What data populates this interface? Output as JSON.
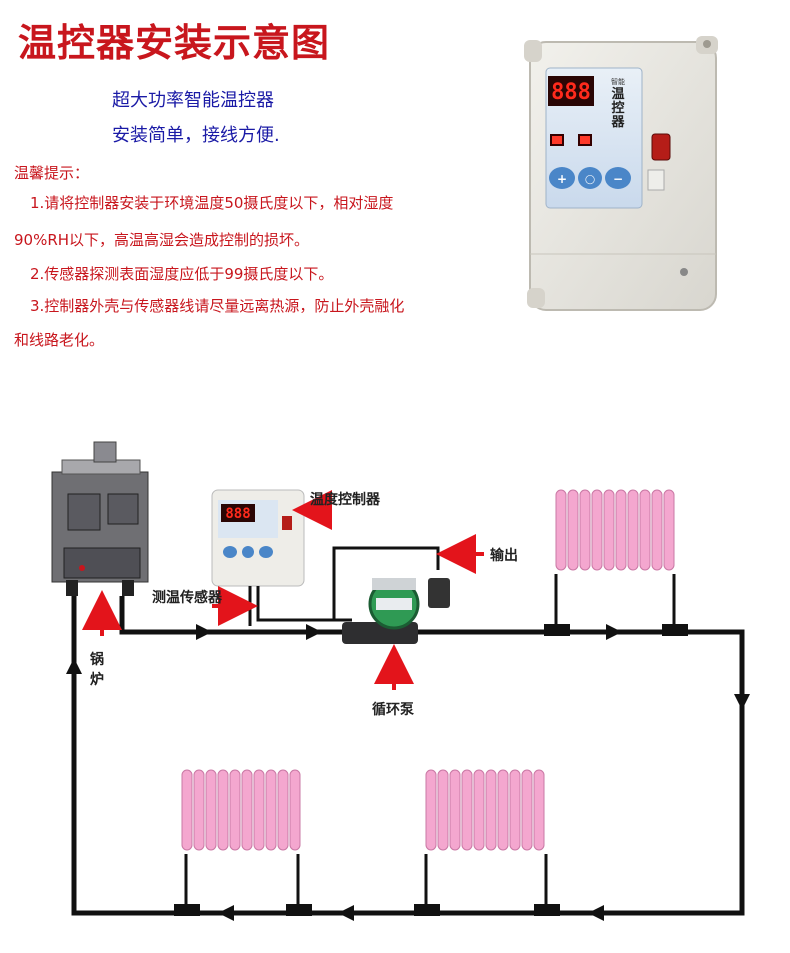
{
  "header": {
    "title": "温控器安装示意图",
    "subtitle_1": "超大功率智能温控器",
    "subtitle_2": "安装简单，接线方便."
  },
  "tips": {
    "heading": "温馨提示：",
    "item1_line1": "1.请将控制器安装于环境温度50摄氏度以下，相对湿度",
    "item1_line2": "90%RH以下，高温高湿会造成控制的损坏。",
    "item2": "2.传感器探测表面湿度应低于99摄氏度以下。",
    "item3_line1": "3.控制器外壳与传感器线请尽量远离热源，防止外壳融化",
    "item3_line2": "和线路老化。"
  },
  "device": {
    "display_main": "888",
    "brand_small": "智能",
    "brand_big_1": "温",
    "brand_big_2": "控",
    "brand_big_3": "器",
    "button_plus": "+",
    "button_mid": "◯",
    "button_minus": "−"
  },
  "diagram": {
    "label_controller": "温度控制器",
    "label_output": "输出",
    "label_sensor": "测温传感器",
    "label_boiler_1": "锅",
    "label_boiler_2": "炉",
    "label_pump": "循环泵"
  },
  "colors": {
    "title_red": "#c8161d",
    "subtitle_blue": "#1a1aa6",
    "radiator_pink": "#f4a7cf",
    "pipe_black": "#111111",
    "arrow_red": "#e3141b"
  }
}
